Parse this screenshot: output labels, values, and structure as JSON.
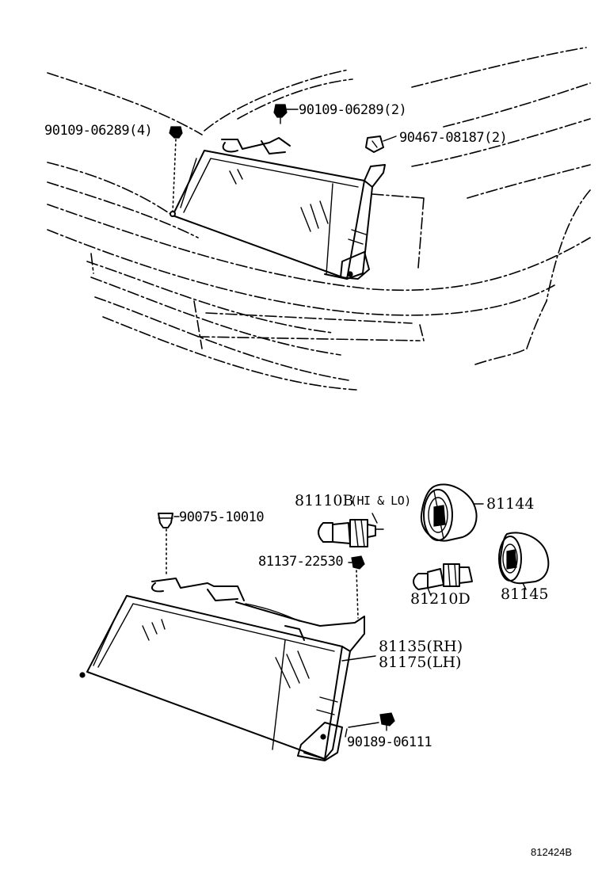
{
  "labels": {
    "screw_4": "90109-06289(4)",
    "screw_2": "90109-06289(2)",
    "nut_2": "90467-08187(2)",
    "clip": "90075-10010",
    "bulb_main": "81110B",
    "bulb_main_note": "(HI & LO)",
    "socket_cap": "81144",
    "bulb_clip": "81137-22530",
    "bulb_small": "81210D",
    "socket_small": "81145",
    "unit_rh": "81135(RH)",
    "unit_lh": "81175(LH)",
    "bolt": "90189-06111",
    "ref_code": "812424B"
  }
}
